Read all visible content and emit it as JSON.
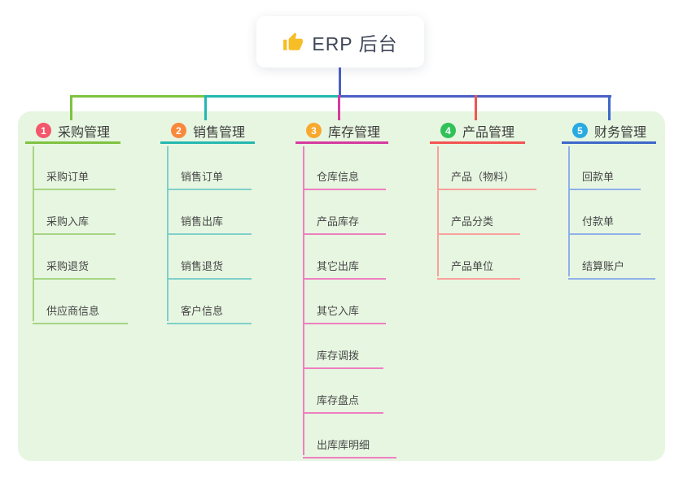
{
  "root": {
    "label": "ERP 后台",
    "icon": "thumbs-up-icon",
    "icon_color": "#f6bd27"
  },
  "colors": {
    "panel_bg": "#e7f6e1",
    "root_connector": "#4c5fc6",
    "root_text": "#3f4758"
  },
  "connectors": {
    "segments": [
      {
        "name": "bus-left-green",
        "color": "#7fc241"
      },
      {
        "name": "bus-mid-teal",
        "color": "#23b8af"
      },
      {
        "name": "bus-right-blue",
        "color": "#4c5fc6"
      }
    ],
    "drops": [
      {
        "name": "drop-branch-1",
        "color": "#7fc241"
      },
      {
        "name": "drop-branch-2",
        "color": "#23b8af"
      },
      {
        "name": "drop-branch-3",
        "color": "#d63a9e"
      },
      {
        "name": "drop-branch-4",
        "color": "#f35352"
      },
      {
        "name": "drop-branch-5",
        "color": "#3e68c9"
      }
    ]
  },
  "branches": [
    {
      "num": "1",
      "title": "采购管理",
      "badge_color": "#f4566b",
      "line_color": "#7fc241",
      "child_line_color": "#a6d584",
      "children": [
        "采购订单",
        "采购入库",
        "采购退货",
        "供应商信息"
      ]
    },
    {
      "num": "2",
      "title": "销售管理",
      "badge_color": "#f9883d",
      "line_color": "#23b8af",
      "child_line_color": "#7fd0c9",
      "children": [
        "销售订单",
        "销售出库",
        "销售退货",
        "客户信息"
      ]
    },
    {
      "num": "3",
      "title": "库存管理",
      "badge_color": "#f9a82e",
      "line_color": "#d63a9e",
      "child_line_color": "#ee7fc1",
      "children": [
        "仓库信息",
        "产品库存",
        "其它出库",
        "其它入库",
        "库存调拨",
        "库存盘点",
        "出库库明细"
      ]
    },
    {
      "num": "4",
      "title": "产品管理",
      "badge_color": "#31c158",
      "line_color": "#f35352",
      "child_line_color": "#f9a09d",
      "children": [
        "产品（物料）",
        "产品分类",
        "产品单位"
      ]
    },
    {
      "num": "5",
      "title": "财务管理",
      "badge_color": "#29aae1",
      "line_color": "#3e68c9",
      "child_line_color": "#8fb0ea",
      "children": [
        "回款单",
        "付款单",
        "结算账户"
      ]
    }
  ]
}
